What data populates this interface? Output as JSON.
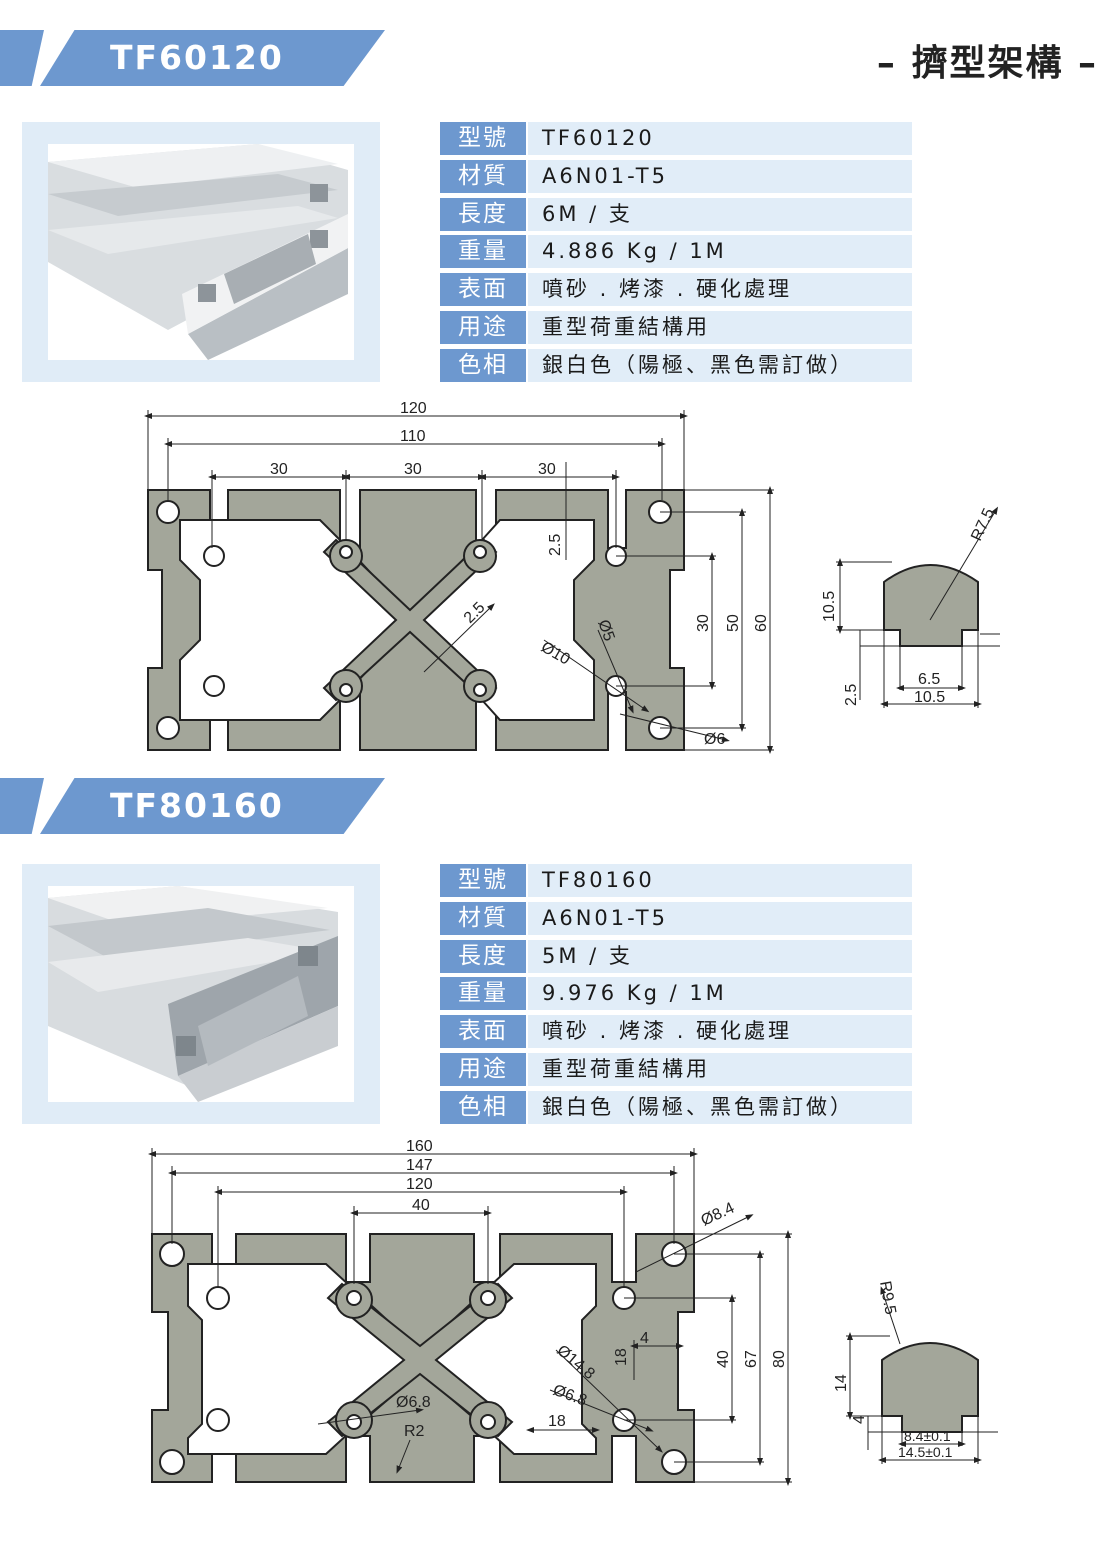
{
  "header": {
    "section_title": "– 擠型架構 –"
  },
  "spec_keys": [
    "型號",
    "材質",
    "長度",
    "重量",
    "表面",
    "用途",
    "色相"
  ],
  "products": [
    {
      "name": "TF60120",
      "specs": [
        "TF60120",
        "A6N01-T5",
        "6M / 支",
        "4.886 Kg / 1M",
        "噴砂 . 烤漆 . 硬化處理",
        "重型荷重結構用",
        "銀白色（陽極、黑色需訂做）"
      ],
      "dims": {
        "d120": "120",
        "d110": "110",
        "d30a": "30",
        "d30b": "30",
        "d30c": "30",
        "d25a": "2.5",
        "d25b": "2.5",
        "d30v": "30",
        "d50v": "50",
        "d60v": "60",
        "dia10": "Ø10",
        "dia5": "Ø5",
        "dia6": "Ø6",
        "nut_r": "R7.5",
        "nut_h": "10.5",
        "nut_lip": "2.5",
        "nut_w1": "6.5",
        "nut_w2": "10.5"
      }
    },
    {
      "name": "TF80160",
      "specs": [
        "TF80160",
        "A6N01-T5",
        "5M / 支",
        "9.976 Kg / 1M",
        "噴砂 . 烤漆 . 硬化處理",
        "重型荷重結構用",
        "銀白色（陽極、黑色需訂做）"
      ],
      "dims": {
        "d160": "160",
        "d147": "147",
        "d120": "120",
        "d40": "40",
        "dia84": "Ø8.4",
        "dia148": "Ø14.8",
        "dia68a": "Ø6.8",
        "dia68b": "Ø6.8",
        "r2": "R2",
        "d18a": "18",
        "d18b": "18",
        "d4": "4",
        "d40v": "40",
        "d67v": "67",
        "d80v": "80",
        "nut_r": "R9.5",
        "nut_h": "14",
        "nut_lip": "4",
        "nut_w1": "8.4±0.1",
        "nut_w2": "14.5±0.1"
      }
    }
  ]
}
